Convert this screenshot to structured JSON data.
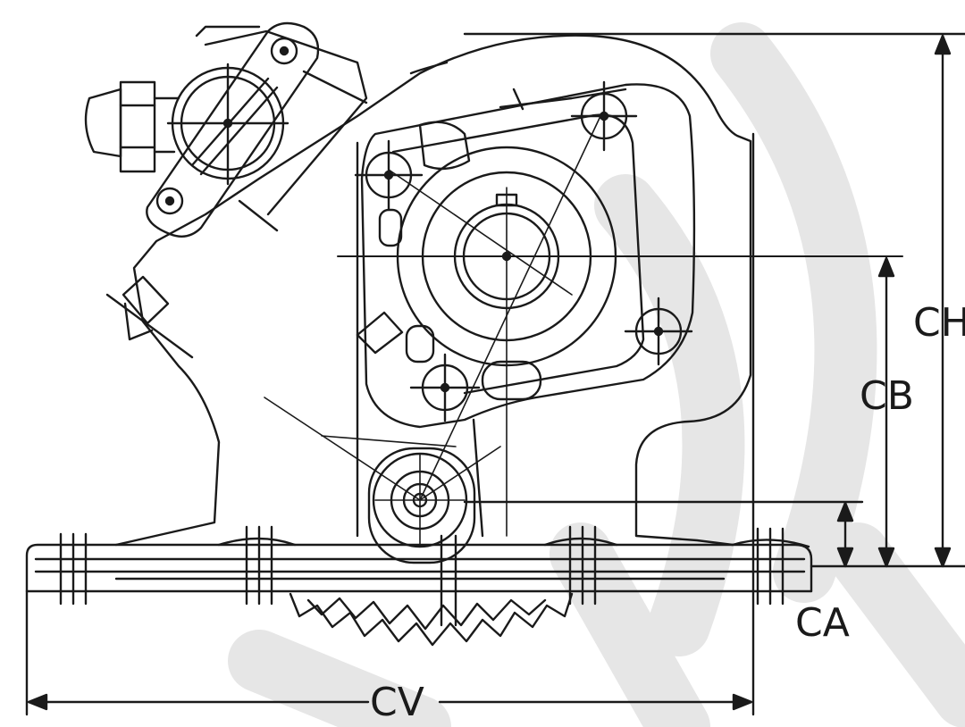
{
  "diagram": {
    "labels": {
      "ch": "CH",
      "cb": "CB",
      "ca": "CA",
      "cv": "CV"
    },
    "colors": {
      "line": "#1a1a1a",
      "background": "#ffffff",
      "watermark": "#e6e6e6"
    }
  }
}
